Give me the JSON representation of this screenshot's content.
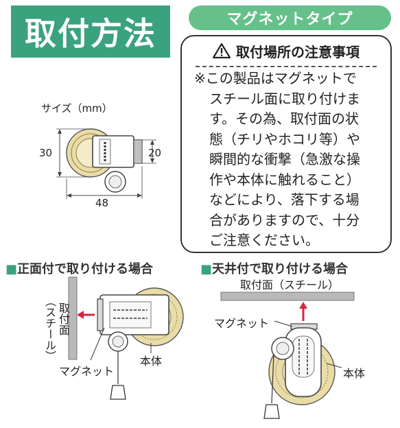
{
  "header": {
    "title": "取付方法",
    "type_label": "マグネットタイプ"
  },
  "notice": {
    "heading": "取付場所の注意事項",
    "lines": [
      "※この製品はマグネットで",
      "スチール面に取り付けま",
      "す。その為、取付面の状",
      "態（チリやホコリ等）や",
      "瞬間的な衝撃（急激な操",
      "作や本体に触れること）",
      "などにより、落下する場",
      "合がありますので、十分",
      "ご注意ください。"
    ]
  },
  "size": {
    "label": "サイズ（mm）",
    "height": "30",
    "depth": "20",
    "width": "48"
  },
  "wall_mount": {
    "title": "正面付で取り付ける場合",
    "surface_label": "取付面",
    "surface_sub": "（スチール）",
    "magnet_label": "マグネット",
    "body_label": "本体"
  },
  "ceiling_mount": {
    "title": "天井付で取り付ける場合",
    "surface_label": "取付面（スチール）",
    "magnet_label": "マグネット",
    "body_label": "本体"
  },
  "colors": {
    "brand_green": "#3aa27d",
    "pill_green": "#66c08a",
    "arrow_red": "#d7263d",
    "reel_tan": "#e9dca7",
    "steel_gray": "#b9b9b9"
  }
}
